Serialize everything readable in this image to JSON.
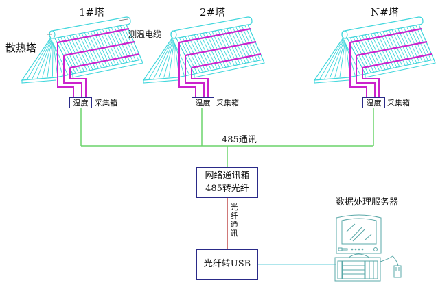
{
  "diagram": {
    "towers": [
      {
        "title": "1#塔",
        "sensor_box": "温度",
        "collector_label": "采集箱"
      },
      {
        "title": "2#塔",
        "sensor_box": "温度",
        "collector_label": "采集箱"
      },
      {
        "title": "N#塔",
        "sensor_box": "温度",
        "collector_label": "采集箱"
      }
    ],
    "cooling_tower_label": "散热塔",
    "cable_label": "测温电缆",
    "bus_label": "485通讯",
    "network_box": {
      "line1": "网络通讯箱",
      "line2": "485转光纤"
    },
    "fiber_label_chars": [
      "光",
      "纤",
      "通",
      "讯"
    ],
    "usb_box": "光纤转USB",
    "server_label": "数据处理服务器",
    "colors": {
      "tower": "#3fd6dc",
      "cable": "#cc22cc",
      "bus": "#6ad46a",
      "fiber": "#b02020",
      "usb_link": "#7fd8e0",
      "box_border": "#2a2a88",
      "computer": "#5aa8a8"
    }
  }
}
